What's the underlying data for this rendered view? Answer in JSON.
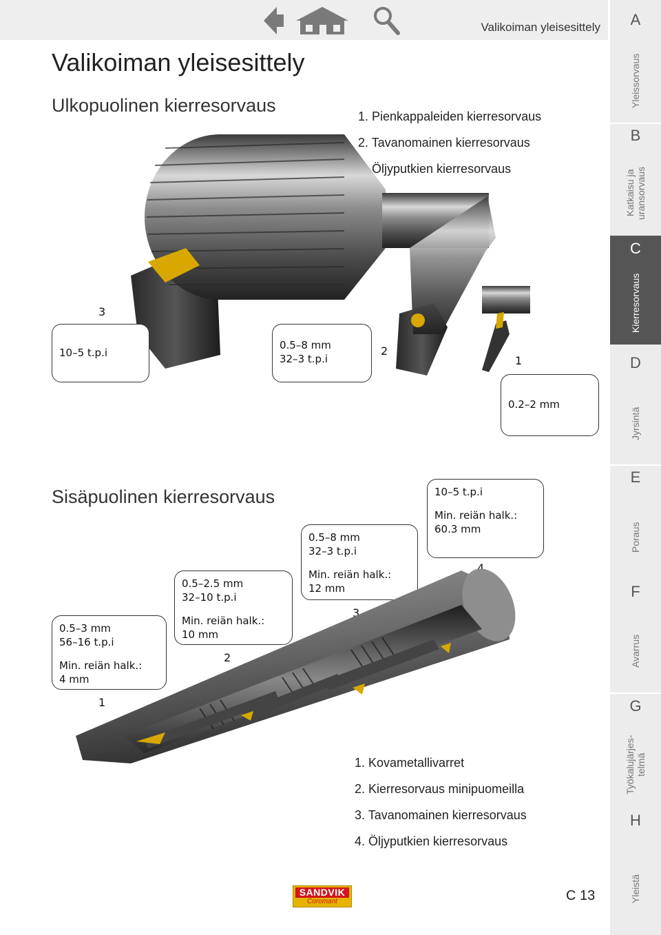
{
  "header": {
    "title": "Valikoiman yleisesittely",
    "icons": [
      "back-arrow-icon",
      "home-icon",
      "search-icon"
    ]
  },
  "page": {
    "title": "Valikoiman yleisesittely",
    "page_number": "C 13"
  },
  "external": {
    "title": "Ulkopuolinen kierresorvaus",
    "list": [
      "1. Pienkappaleiden kierresorvaus",
      "2. Tavanomainen kierresorvaus",
      "3. Öljyputkien kierresorvaus"
    ],
    "callouts": {
      "c3": {
        "line1": "10–5 t.p.i"
      },
      "c2": {
        "line1": "0.5–8 mm",
        "line2": "32–3 t.p.i"
      },
      "c1": {
        "line1": "0.2–2 mm"
      }
    },
    "labels": {
      "n3": "3",
      "n2": "2",
      "n1": "1"
    }
  },
  "internal": {
    "title": "Sisäpuolinen kierresorvaus",
    "list": [
      "1. Kovametallivarret",
      "2. Kierresorvaus minipuomeilla",
      "3. Tavanomainen kierresorvaus",
      "4. Öljyputkien kierresorvaus"
    ],
    "callouts": {
      "c1": {
        "line1": "0.5–3 mm",
        "line2": "56–16 t.p.i",
        "line3": "Min. reiän halk.:",
        "line4": "4 mm"
      },
      "c2": {
        "line1": "0.5–2.5 mm",
        "line2": "32–10 t.p.i",
        "line3": "Min. reiän halk.:",
        "line4": "10 mm"
      },
      "c3": {
        "line1": "0.5–8 mm",
        "line2": "32–3 t.p.i",
        "line3": "Min. reiän halk.:",
        "line4": "12 mm"
      },
      "c4": {
        "line1": "10–5 t.p.i",
        "line2": "Min. reiän halk.:",
        "line3": "60.3 mm"
      }
    },
    "labels": {
      "n1": "1",
      "n2": "2",
      "n3": "3",
      "n4": "4"
    }
  },
  "sidebar": {
    "active": "C",
    "tabs": [
      {
        "letter": "A",
        "label": "Yleissorvaus"
      },
      {
        "letter": "B",
        "label": "Katkaisu ja uransorvaus"
      },
      {
        "letter": "C",
        "label": "Kierresorvaus"
      },
      {
        "letter": "D",
        "label": "Jyrsintä"
      },
      {
        "letter": "E",
        "label": "Poraus"
      },
      {
        "letter": "F",
        "label": "Avarrus"
      },
      {
        "letter": "G",
        "label": "Työkalujärjes-telmä"
      },
      {
        "letter": "H",
        "label": "Yleistä"
      }
    ]
  },
  "logo": {
    "brand": "SANDVIK",
    "sub": "Coromant"
  },
  "colors": {
    "accent_active": "#555555",
    "logo_red": "#d3161c",
    "logo_yellow": "#e4b400",
    "insert_gold": "#d8a800"
  }
}
